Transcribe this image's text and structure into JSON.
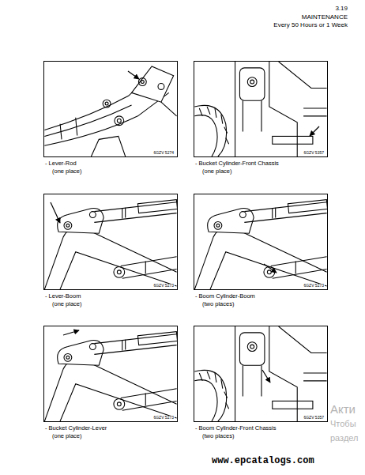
{
  "diagram": {
    "title": "MAINTENANCE",
    "nodes": [
      {
        "text": [
          "6GZV 5274"
        ]
      },
      {
        "text": [
          "6GZV 5357"
        ]
      },
      {
        "text": [
          "6GZV 5273"
        ]
      },
      {
        "text": [
          "6GZV 5273"
        ]
      },
      {
        "text": [
          "6GZV 5273"
        ]
      },
      {
        "text": [
          "6GZV 5357"
        ]
      }
    ],
    "labels": [
      "3.19",
      "Every 50 Hours or 1 Week",
      "- Lever-Rod",
      "(one place)",
      "- Bucket Cylinder-Front Chassis",
      "(one place)",
      "- Lever-Boom",
      "(one place)",
      "- Boom Cylinder-Boom",
      "(two places)",
      "- Bucket Cylinder-Lever",
      "(one place)",
      "- Boom Cylinder-Front Chassis",
      "(two places)",
      "Акти",
      "Чтобы",
      "раздел",
      "www.epcatalogs.com"
    ]
  }
}
